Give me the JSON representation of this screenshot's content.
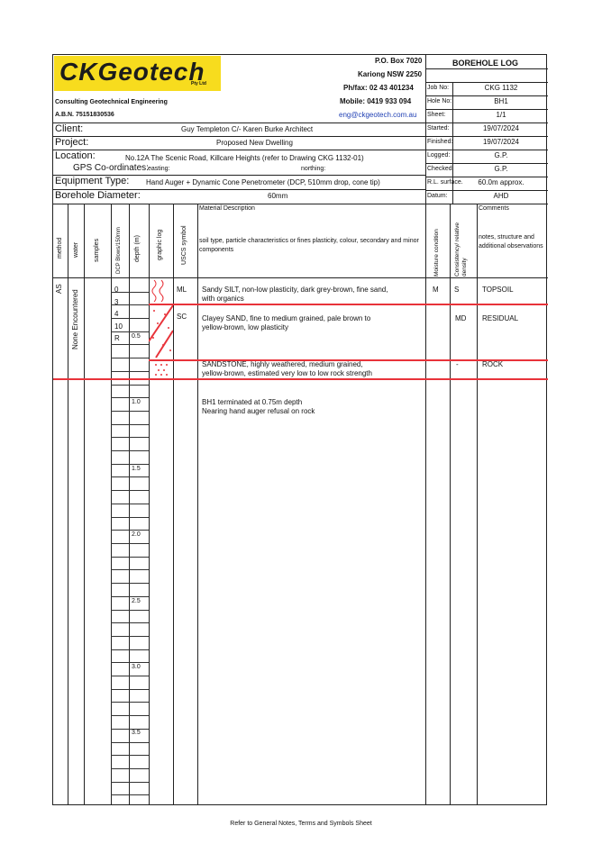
{
  "company": {
    "logo_text": "CKGeotech",
    "logo_sub": "Pty Ltd",
    "name": "Consulting Geotechnical Engineering",
    "abn": "A.B.N. 75151830536",
    "po_box": "P.O. Box 7020",
    "suburb": "Kariong  NSW  2250",
    "phone": "Ph/fax: 02 43 401234",
    "mobile": "Mobile: 0419 933 094",
    "email": "eng@ckgeotech.com.au"
  },
  "title": "BOREHOLE LOG",
  "meta": [
    {
      "label": "Job No:",
      "value": "CKG 1132"
    },
    {
      "label": "Hole No:",
      "value": "BH1"
    },
    {
      "label": "Sheet:",
      "value": "1/1"
    },
    {
      "label": "Started:",
      "value": "19/07/2024"
    },
    {
      "label": "Finished:",
      "value": "19/07/2024"
    },
    {
      "label": "Logged:",
      "value": "G.P."
    },
    {
      "label": "Checked:",
      "value": "G.P."
    },
    {
      "label": "R.L. surface.",
      "value": "60.0m approx."
    },
    {
      "label": "Datum:",
      "value": "AHD"
    }
  ],
  "info": {
    "client_label": "Client:",
    "client": "Guy Templeton C/- Karen Burke Architect",
    "project_label": "Project:",
    "project": "Proposed New Dwelling",
    "location_label": "Location:",
    "location": "No.12A The Scenic Road, Killcare Heights (refer to Drawing CKG 1132-01)",
    "gps_label": "GPS Co-ordinates:",
    "easting_label": "easting:",
    "northing_label": "northing:",
    "equipment_label": "Equipment Type:",
    "equipment": "Hand Auger + Dynamic Cone Penetrometer (DCP, 510mm drop, cone tip)",
    "diameter_label": "Borehole Diameter:",
    "diameter": "60mm"
  },
  "columns": {
    "method": "method",
    "water": "water",
    "samples": "samples",
    "dcp": "DCP Blows/150mm",
    "depth": "depth (m)",
    "graphic": "graphic log",
    "uscs": "USCS symbol",
    "material_title": "Material Description",
    "material_sub": "soil type, particle characteristics or fines plasticity, colour, secondary and minor components",
    "moisture": "Moisture condition",
    "consistency": "Consistency/ relative density",
    "comments_title": "Comments",
    "comments_sub": "notes, structure and additional observations"
  },
  "log": {
    "method": "AS",
    "water": "None Encountered",
    "dcp": [
      "0",
      "3",
      "4",
      "10",
      "R"
    ],
    "depth_marks": [
      "0.5",
      "1.0",
      "1.5",
      "2.0",
      "2.5",
      "3.0",
      "3.5"
    ],
    "layers": [
      {
        "uscs": "ML",
        "desc1": "Sandy SILT, non-low plasticity, dark grey-brown, fine sand,",
        "desc2": "with organics",
        "moisture": "M",
        "consistency": "S",
        "comment": "TOPSOIL"
      },
      {
        "uscs": "SC",
        "desc1": "Clayey SAND, fine to medium grained, pale brown to",
        "desc2": "yellow-brown, low plasticity",
        "moisture": "",
        "consistency": "MD",
        "comment": "RESIDUAL"
      },
      {
        "uscs": "",
        "desc1": "SANDSTONE, highly weathered, medium grained,",
        "desc2": "yellow-brown, estimated very low to low rock strength",
        "moisture": "",
        "consistency": "-",
        "comment": "ROCK"
      }
    ],
    "termination1": "BH1 terminated at 0.75m depth",
    "termination2": "Nearing hand auger refusal on rock"
  },
  "footer": "Refer to General Notes, Terms and Symbols Sheet"
}
